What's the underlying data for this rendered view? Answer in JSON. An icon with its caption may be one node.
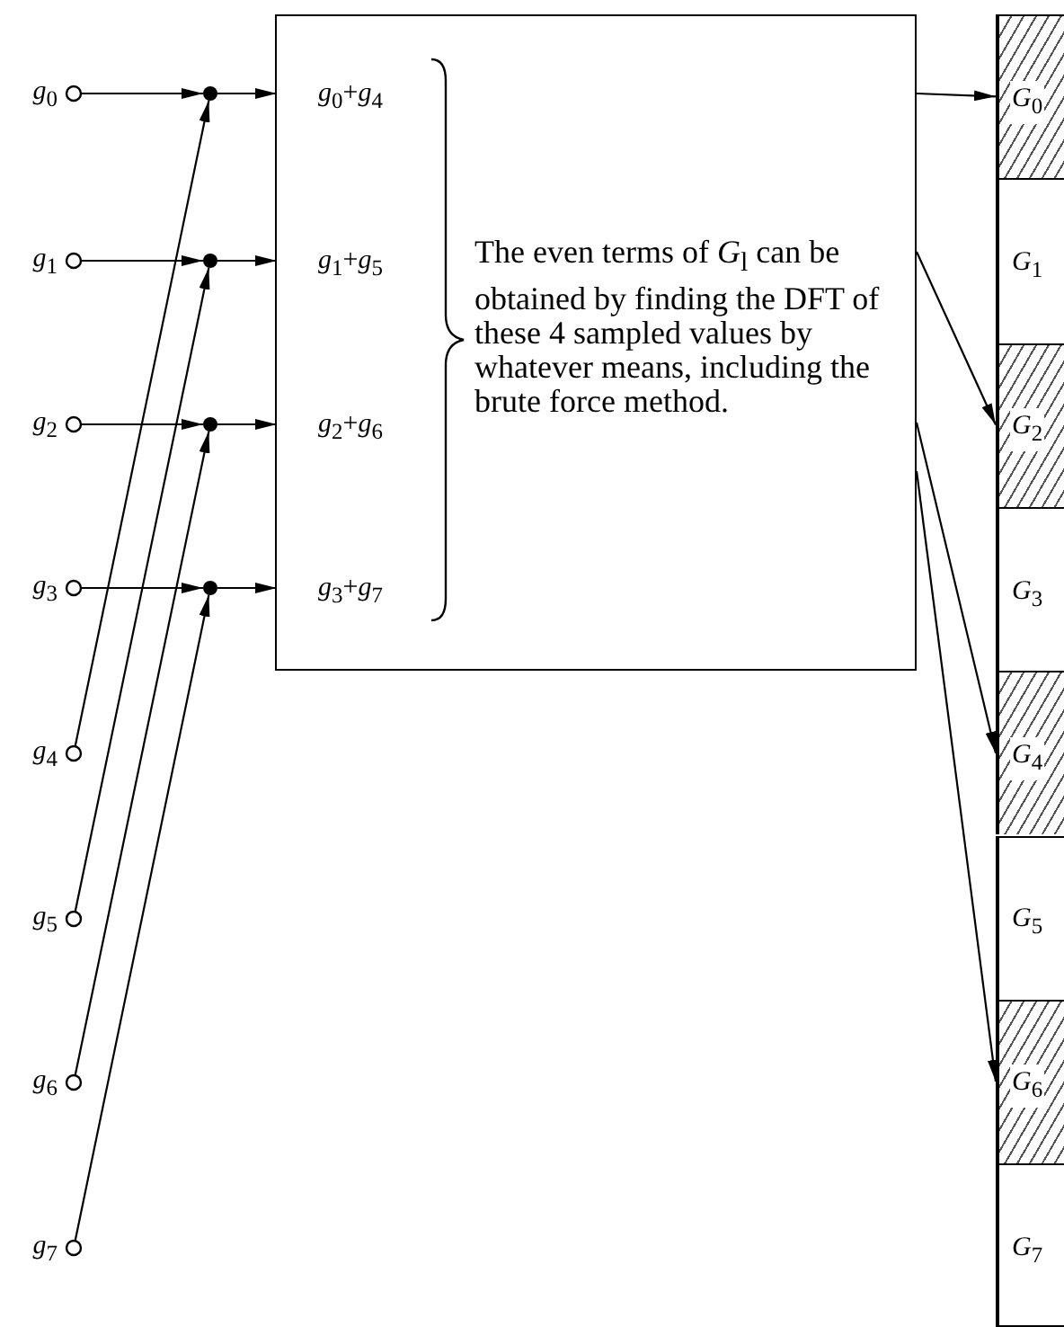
{
  "diagram": {
    "nodes": [
      {
        "text": [
          "*g*$_{0}$"
        ]
      },
      {
        "text": [
          "*g*$_{1}$"
        ]
      },
      {
        "text": [
          "*g*$_{2}$"
        ]
      },
      {
        "text": [
          "*g*$_{3}$"
        ]
      },
      {
        "text": [
          "*g*$_{4}$"
        ]
      },
      {
        "text": [
          "*g*$_{5}$"
        ]
      },
      {
        "text": [
          "*g*$_{6}$"
        ]
      },
      {
        "text": [
          "*g*$_{7}$"
        ]
      },
      {
        "text": [],
        "shape": "circle"
      },
      {
        "text": [],
        "shape": "circle"
      },
      {
        "text": [],
        "shape": "circle"
      },
      {
        "text": [],
        "shape": "circle"
      },
      {
        "text": [
          "The even terms of *G*$_{l}$ can be obtained by finding the DFT of these 4 sampled values by whatever means, including the brute force method."
        ]
      },
      {
        "text": [
          "*g*$_{0}$+*g*$_{4}$"
        ],
        "in": 12
      },
      {
        "text": [
          "*g*$_{1}$+*g*$_{5}$"
        ],
        "in": 12
      },
      {
        "text": [
          "*g*$_{2}$+*g*$_{6}$"
        ],
        "in": 12
      },
      {
        "text": [
          "*g*$_{3}$+*g*$_{7}$"
        ],
        "in": 12
      },
      {
        "text": [
          "*G*$_{0}$"
        ]
      },
      {
        "text": [
          "*G*$_{1}$"
        ]
      },
      {
        "text": [
          "*G*$_{2}$"
        ]
      },
      {
        "text": [
          "*G*$_{3}$"
        ]
      },
      {
        "text": [
          "*G*$_{4}$"
        ]
      },
      {
        "text": [
          "*G*$_{5}$"
        ]
      },
      {
        "text": [
          "*G*$_{6}$"
        ]
      },
      {
        "text": [
          "*G*$_{7}$"
        ]
      }
    ],
    "edges": [
      {
        "from": 0,
        "to": 8,
        "arrow": "to"
      },
      {
        "from": 1,
        "to": 9,
        "arrow": "to"
      },
      {
        "from": 2,
        "to": 10,
        "arrow": "to"
      },
      {
        "from": 3,
        "to": 11,
        "arrow": "to"
      },
      {
        "from": 4,
        "to": 8,
        "arrow": "to"
      },
      {
        "from": 5,
        "to": 9,
        "arrow": "to"
      },
      {
        "from": 6,
        "to": 10,
        "arrow": "to"
      },
      {
        "from": 7,
        "to": 11,
        "arrow": "to"
      },
      {
        "from": 8,
        "to": 13,
        "arrow": "to"
      },
      {
        "from": 9,
        "to": 14,
        "arrow": "to"
      },
      {
        "from": 10,
        "to": 15,
        "arrow": "to"
      },
      {
        "from": 11,
        "to": 16,
        "arrow": "to"
      },
      {
        "from": 12,
        "to": 17,
        "arrow": "to"
      },
      {
        "from": 12,
        "to": 19,
        "arrow": "to"
      },
      {
        "from": 12,
        "to": 21,
        "arrow": "to"
      },
      {
        "from": 12,
        "to": 23,
        "arrow": "to"
      }
    ]
  }
}
